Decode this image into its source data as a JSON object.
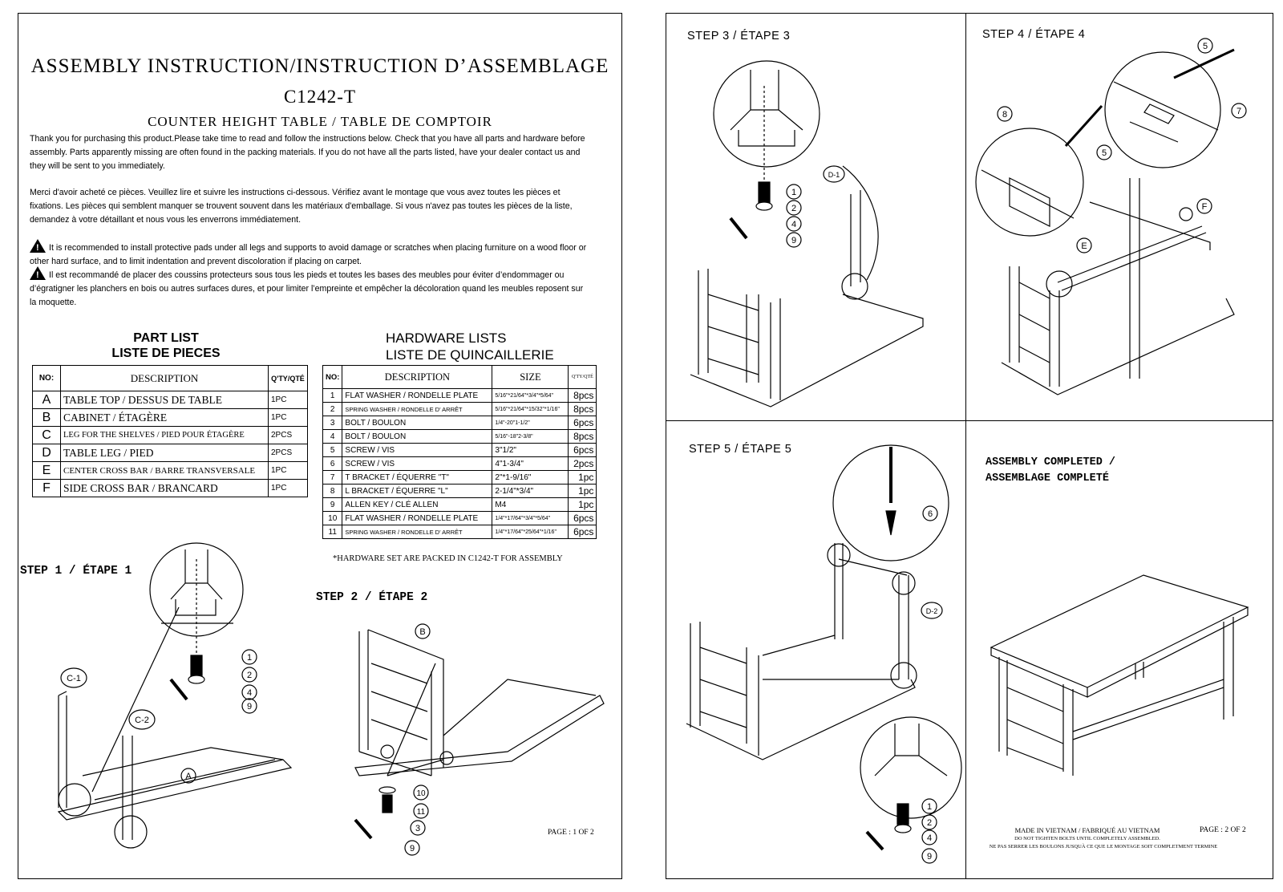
{
  "page1": {
    "title": "ASSEMBLY INSTRUCTION/INSTRUCTION D’ASSEMBLAGE",
    "model": "C1242-T",
    "subtitle": "COUNTER HEIGHT TABLE / TABLE DE COMPTOIR",
    "intro_en": "Thank you for purchasing this product.Please take time to read and follow the instructions below. Check that you have all parts and hardware before assembly. Parts apparently missing are often found in the packing materials. If you do not have all the parts listed, have your dealer contact us and they will be sent to you immediately.",
    "intro_fr": "Merci d'avoir acheté ce pièces. Veuillez lire et suivre les instructions ci-dessous. Vérifiez avant le montage que vous avez toutes les pièces et fixations. Les pièces qui semblent manquer se trouvent souvent dans les matériaux d'emballage. Si vous n'avez pas toutes les pièces de la liste, demandez à votre détaillant et nous vous les enverrons immédiatement.",
    "warning_en": "It is recommended to install protective pads under all legs and supports to avoid damage or scratches when placing furniture on a wood floor or other hard surface, and to limit indentation and prevent discoloration if placing on carpet.",
    "warning_fr": "Il est recommandé de placer des coussins protecteurs sous tous les pieds et toutes les bases des meubles pour éviter d’endommager ou d’égratigner les planchers en bois ou autres surfaces dures, et pour limiter l’empreinte et empêcher la décoloration quand les meubles reposent sur la moquette.",
    "page_number": "PAGE : 1 OF 2"
  },
  "part_list": {
    "heading_en": "PART LIST",
    "heading_fr": "LISTE DE PIECES",
    "columns": [
      "NO:",
      "DESCRIPTION",
      "Q'TY/QTÉ"
    ],
    "rows": [
      {
        "no": "A",
        "desc": "TABLE TOP / DESSUS DE TABLE",
        "qty": "1PC"
      },
      {
        "no": "B",
        "desc": "CABINET / ÉTAGÈRE",
        "qty": "1PC"
      },
      {
        "no": "C",
        "desc": "LEG FOR THE SHELVES / PIED POUR ÉTAGÈRE",
        "qty": "2PCS"
      },
      {
        "no": "D",
        "desc": "TABLE LEG / PIED",
        "qty": "2PCS"
      },
      {
        "no": "E",
        "desc": "CENTER CROSS BAR / BARRE TRANSVERSALE",
        "qty": "1PC"
      },
      {
        "no": "F",
        "desc": "SIDE CROSS BAR / BRANCARD",
        "qty": "1PC"
      }
    ]
  },
  "hardware_list": {
    "heading_en": "HARDWARE LISTS",
    "heading_fr": "LISTE DE QUINCAILLERIE",
    "columns": [
      "NO:",
      "DESCRIPTION",
      "SIZE",
      "Q'TY/QTÉ"
    ],
    "rows": [
      {
        "no": "1",
        "desc": "FLAT WASHER / RONDELLE PLATE",
        "size": "5/16\"*21/64\"*3/4\"*5/64\"",
        "qty": "8pcs"
      },
      {
        "no": "2",
        "desc": "SPRING WASHER / RONDELLE D' ARRÊT",
        "size": "5/16\"*21/64\"*15/32\"*1/16\"",
        "qty": "8pcs"
      },
      {
        "no": "3",
        "desc": "BOLT / BOULON",
        "size": "1/4\"-20\"1-1/2\"",
        "qty": "6pcs"
      },
      {
        "no": "4",
        "desc": "BOLT / BOULON",
        "size": "5/16\"-18\"2-3/8\"",
        "qty": "8pcs"
      },
      {
        "no": "5",
        "desc": "SCREW / VIS",
        "size": "3\"1/2\"",
        "qty": "6pcs"
      },
      {
        "no": "6",
        "desc": "SCREW / VIS",
        "size": "4\"1-3/4\"",
        "qty": "2pcs"
      },
      {
        "no": "7",
        "desc": "T BRACKET / ÉQUERRE \"T\"",
        "size": "2\"*1-9/16\"",
        "qty": "1pc"
      },
      {
        "no": "8",
        "desc": "L BRACKET / ÉQUERRE \"L\"",
        "size": "2-1/4\"*3/4\"",
        "qty": "1pc"
      },
      {
        "no": "9",
        "desc": "ALLEN KEY / CLÉ ALLEN",
        "size": "M4",
        "qty": "1pc"
      },
      {
        "no": "10",
        "desc": "FLAT WASHER / RONDELLE PLATE",
        "size": "1/4\"*17/64\"*3/4\"*5/64\"",
        "qty": "6pcs"
      },
      {
        "no": "11",
        "desc": "SPRING WASHER / RONDELLE D' ARRÊT",
        "size": "1/4\"*17/64\"*25/64\"*1/16\"",
        "qty": "6pcs"
      }
    ],
    "note": "*HARDWARE SET ARE PACKED IN C1242-T FOR ASSEMBLY"
  },
  "steps": {
    "step1": "STEP 1 / ÉTAPE 1",
    "step2": "STEP 2 / ÉTAPE 2",
    "step3": "STEP 3 / ÉTAPE 3",
    "step4": "STEP 4 / ÉTAPE 4",
    "step5": "STEP 5 / ÉTAPE 5"
  },
  "callouts": {
    "c1": "C-1",
    "c2": "C-2",
    "a": "A",
    "b": "B",
    "d1": "D-1",
    "d2": "D-2",
    "e": "E",
    "f": "F",
    "n1": "1",
    "n2": "2",
    "n3": "3",
    "n4": "4",
    "n5": "5",
    "n6": "6",
    "n7": "7",
    "n8": "8",
    "n9": "9",
    "n10": "10",
    "n11": "11"
  },
  "page2": {
    "completed_line1": "ASSEMBLY COMPLETED /",
    "completed_line2": "ASSEMBLAGE COMPLETÉ",
    "made_in": "MADE IN VIETNAM  / FABRIQUÉ AU VIETNAM",
    "tighten_en": "DO NOT TIGHTEN BOLTS UNTIL COMPLETELY ASSEMBLED.",
    "tighten_fr": "NE PAS SERRER LES BOULONS JUSQUÀ CE QUE LE MONTAGE SOIT COMPLETMENT TERMINE",
    "page_number": "PAGE : 2 OF 2"
  }
}
